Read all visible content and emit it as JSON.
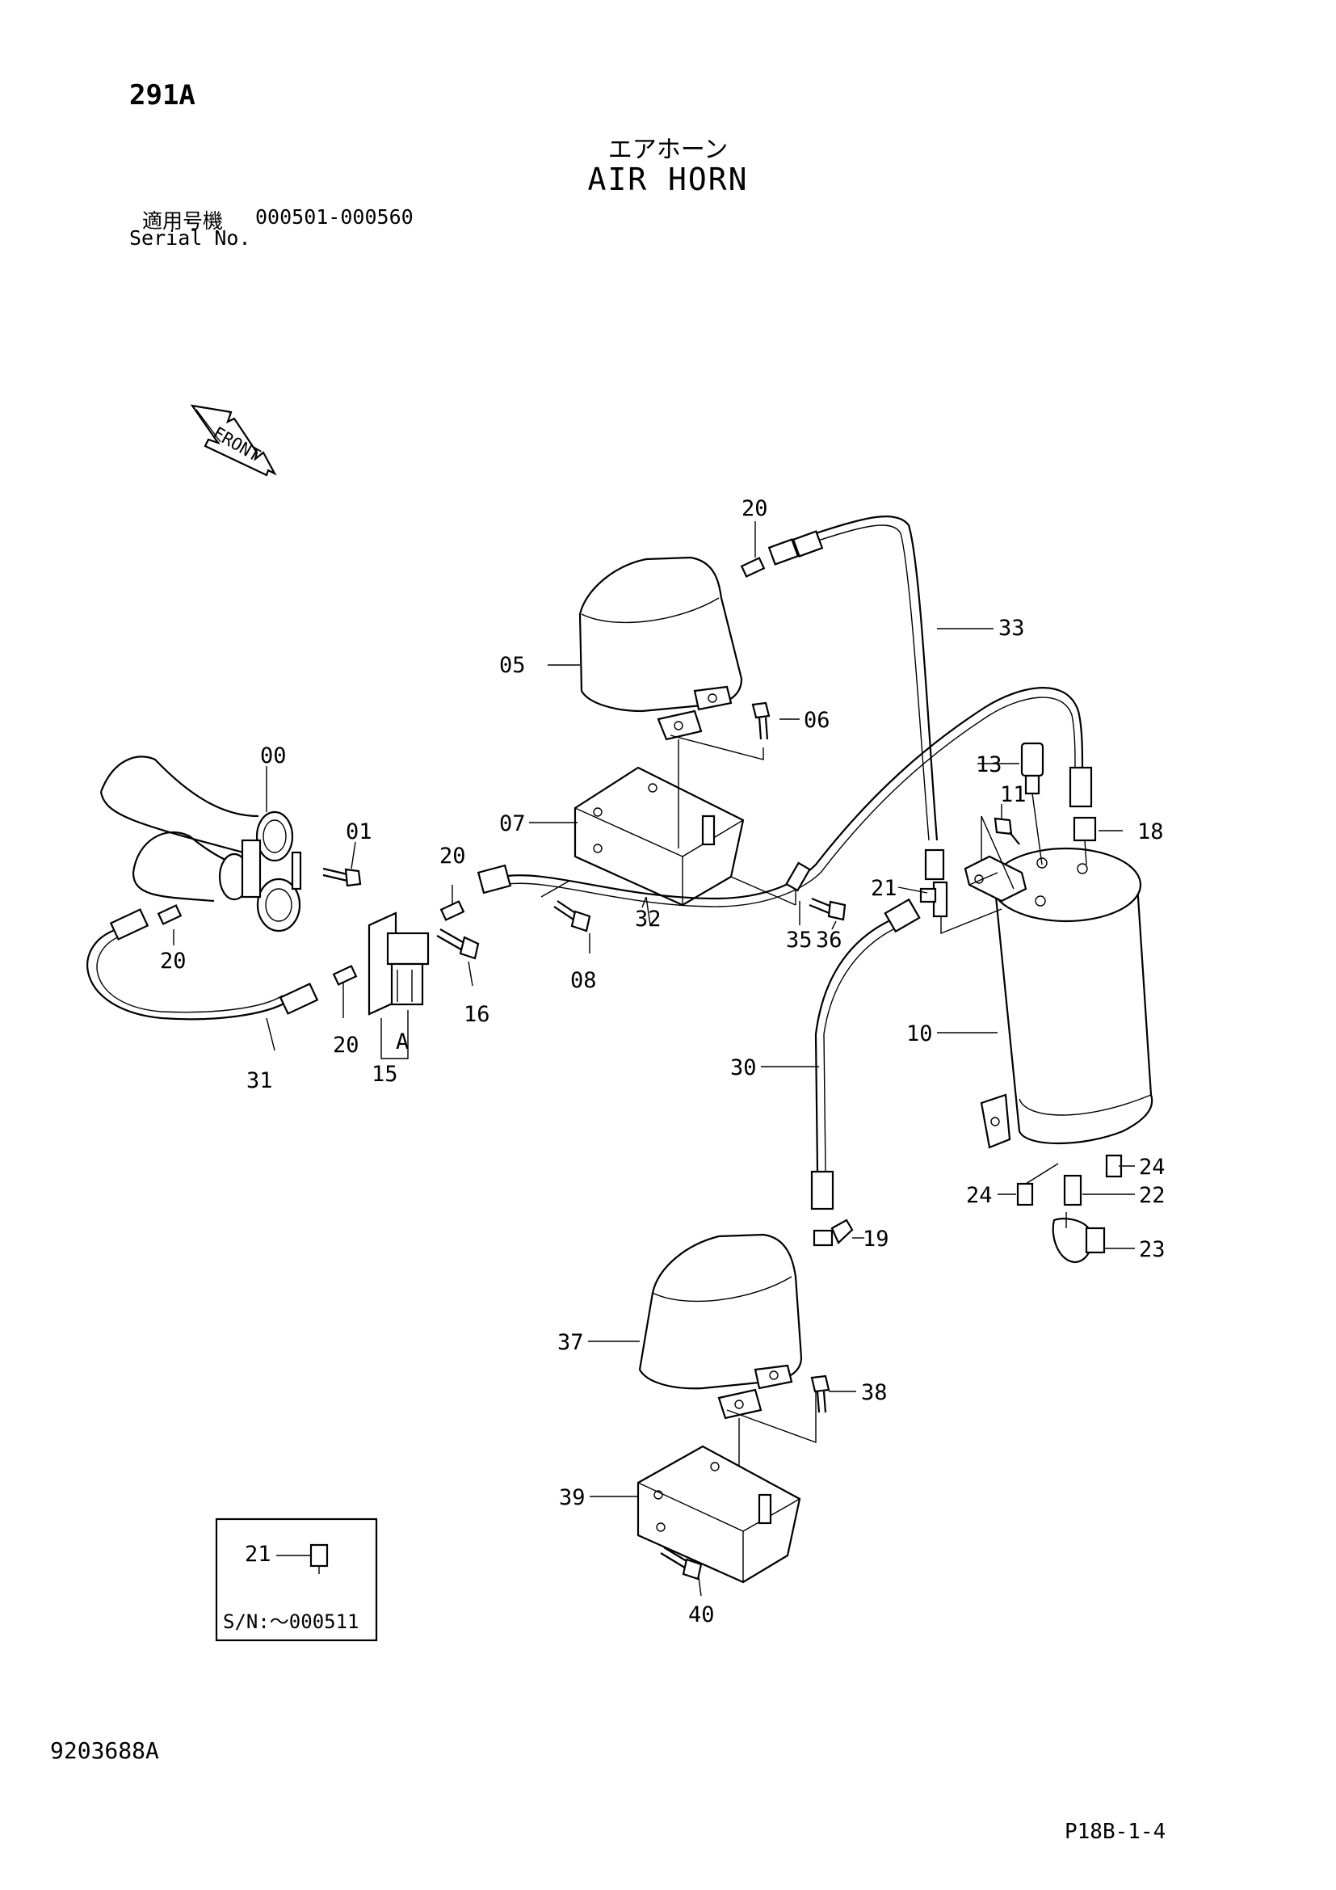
{
  "header": {
    "page_code": "291A",
    "title_jp": "エアホーン",
    "title_en": "AIR HORN",
    "serial_label_jp": "適用号機",
    "serial_range": "000501-000560",
    "serial_label_en": "Serial No."
  },
  "diagram": {
    "front_label": "FRONT",
    "sub_label": "A",
    "callouts": {
      "c00": "00",
      "c01": "01",
      "c05": "05",
      "c06": "06",
      "c07": "07",
      "c08": "08",
      "c10": "10",
      "c11": "11",
      "c13": "13",
      "c15": "15",
      "c16": "16",
      "c18": "18",
      "c19": "19",
      "c20a": "20",
      "c20b": "20",
      "c20c": "20",
      "c20d": "20",
      "c21": "21",
      "c22": "22",
      "c23": "23",
      "c24a": "24",
      "c24b": "24",
      "c30": "30",
      "c31": "31",
      "c32": "32",
      "c33": "33",
      "c35": "35",
      "c36": "36",
      "c37": "37",
      "c38": "38",
      "c39": "39",
      "c40": "40"
    },
    "inset": {
      "part": "21",
      "serial_note": "S/N:～000511"
    }
  },
  "footer": {
    "drawing_no": "9203688A",
    "page_ref": "P18B-1-4"
  }
}
